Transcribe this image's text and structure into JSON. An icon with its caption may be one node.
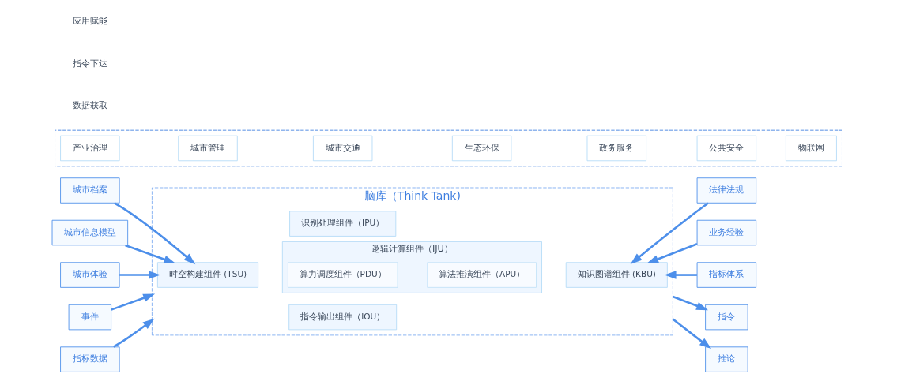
{
  "diagram": {
    "nodes": [
      {
        "text": [
          "脑库（Think Tank)"
        ]
      },
      {
        "text": [
          "时空构建组件 (TSU)"
        ],
        "in": 0
      },
      {
        "text": [
          "指令输出组件（IOU）"
        ],
        "in": 0
      },
      {
        "text": [
          "逻辑计算组件（IJU）"
        ],
        "in": 0
      },
      {
        "text": [
          "算力调度组件（PDU）"
        ],
        "in": 3
      },
      {
        "text": [
          "算法推演组件（APU）"
        ],
        "in": 3
      },
      {
        "text": [
          "识别处理组件（IPU）"
        ],
        "in": 0
      },
      {
        "text": [
          "知识图谱组件 (KBU)"
        ],
        "in": 0
      },
      {
        "text": [
          "城市档案"
        ]
      },
      {
        "text": [
          "城市信息模型"
        ]
      },
      {
        "text": [
          "城市体验"
        ]
      },
      {
        "text": [
          "法律法规"
        ]
      },
      {
        "text": [
          "业务经验"
        ]
      },
      {
        "text": [
          "指标体系"
        ]
      },
      {
        "text": [
          "事件"
        ]
      },
      {
        "text": [
          "指标数据"
        ]
      },
      {
        "text": [
          "指令"
        ]
      },
      {
        "text": [
          "推论"
        ]
      },
      {
        "text": [],
        "shape": "box"
      },
      {
        "text": [
          "产业治理"
        ],
        "in": 18
      },
      {
        "text": [
          "城市管理"
        ],
        "in": 18
      },
      {
        "text": [
          "城市交通"
        ],
        "in": 18
      },
      {
        "text": [
          "生态环保"
        ],
        "in": 18
      },
      {
        "text": [
          "政务服务"
        ],
        "in": 18
      },
      {
        "text": [
          "公共安全"
        ],
        "in": 18
      },
      {
        "text": [
          "物联网"
        ],
        "in": 18
      }
    ],
    "edges": [
      {
        "from": 8,
        "to": 1,
        "arrow": "to"
      },
      {
        "from": 9,
        "to": 1,
        "arrow": "to"
      },
      {
        "from": 10,
        "to": 1,
        "arrow": "to"
      },
      {
        "from": 11,
        "to": 7,
        "arrow": "to"
      },
      {
        "from": 12,
        "to": 7,
        "arrow": "to"
      },
      {
        "from": 13,
        "to": 7,
        "arrow": "to"
      },
      {
        "from": 14,
        "to": 0,
        "arrow": "to"
      },
      {
        "from": 15,
        "to": 0,
        "arrow": "to"
      },
      {
        "from": 0,
        "to": 16,
        "arrow": "to"
      },
      {
        "from": 0,
        "to": 17,
        "arrow": "to"
      }
    ],
    "labels": [
      "数据获取",
      "指令下达",
      "应用赋能"
    ]
  }
}
